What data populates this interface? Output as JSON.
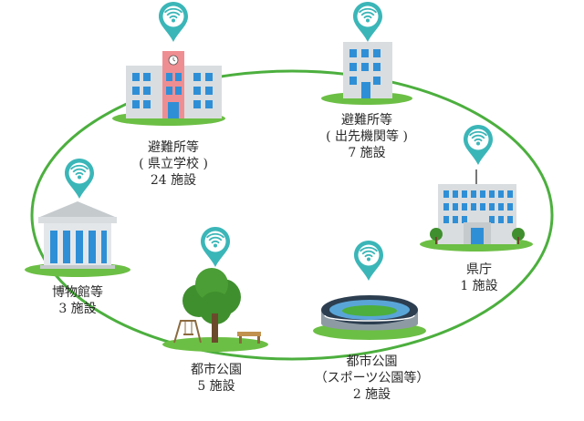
{
  "colors": {
    "ring": "#4caf3e",
    "wifi_pin": "#3bb6b8",
    "ground": "#6cbf45",
    "building": "#d9dde0",
    "window": "#2f8fd6",
    "accent_pink": "#ef8e92",
    "tree": "#3f8f2e",
    "stadium": "#2c3e50"
  },
  "icons": {
    "wifi": "wifi-pin-icon",
    "school": "school-building-icon",
    "office": "office-building-icon",
    "prefecture": "prefectural-office-icon",
    "stadium": "stadium-icon",
    "park": "park-icon",
    "museum": "museum-icon"
  },
  "nodes": {
    "school": {
      "line1": "避難所等",
      "line2": "( 県立学校 )",
      "line3": "24 施設"
    },
    "office": {
      "line1": "避難所等",
      "line2": "( 出先機関等 )",
      "line3": "7 施設"
    },
    "prefecture": {
      "line1": "県庁",
      "line2": "1 施設"
    },
    "stadium": {
      "line1": "都市公園",
      "line2": "（スポーツ公園等）",
      "line3": "2 施設"
    },
    "park": {
      "line1": "都市公園",
      "line2": "5 施設"
    },
    "museum": {
      "line1": "博物館等",
      "line2": "3 施設"
    }
  }
}
